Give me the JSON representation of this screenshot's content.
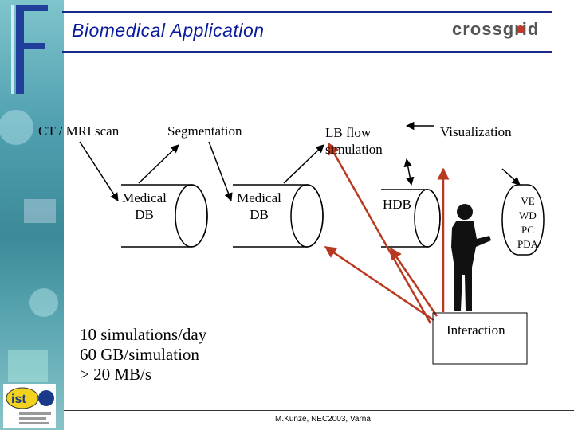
{
  "header": {
    "title": "Biomedical Application",
    "brand_logo_text": "crossgrid",
    "accent_color": "#0a1a9c"
  },
  "diagram": {
    "nodes": {
      "ct_scan": "CT / MRI scan",
      "segmentation": "Segmentation",
      "medical_db_1": [
        "Medical",
        "DB"
      ],
      "medical_db_2": [
        "Medical",
        "DB"
      ],
      "lb_flow": [
        "LB flow",
        "simulation"
      ],
      "visualization": "Visualization",
      "hdb": "HDB",
      "devices": [
        "VE",
        "WD",
        "PC",
        "PDA"
      ],
      "interaction": "Interaction"
    },
    "edge_colors": {
      "black": "#000000",
      "red": "#b8391f"
    }
  },
  "stats": {
    "line1": "10 simulations/day",
    "line2": "60 GB/simulation",
    "line3": "> 20 MB/s"
  },
  "footer": {
    "credit": "M.Kunze, NEC2003, Varna"
  },
  "icons": {
    "sidebar_logo": "f-shape-logo-icon",
    "person": "standing-person-icon",
    "ist_logo": "ist-logo-icon"
  }
}
